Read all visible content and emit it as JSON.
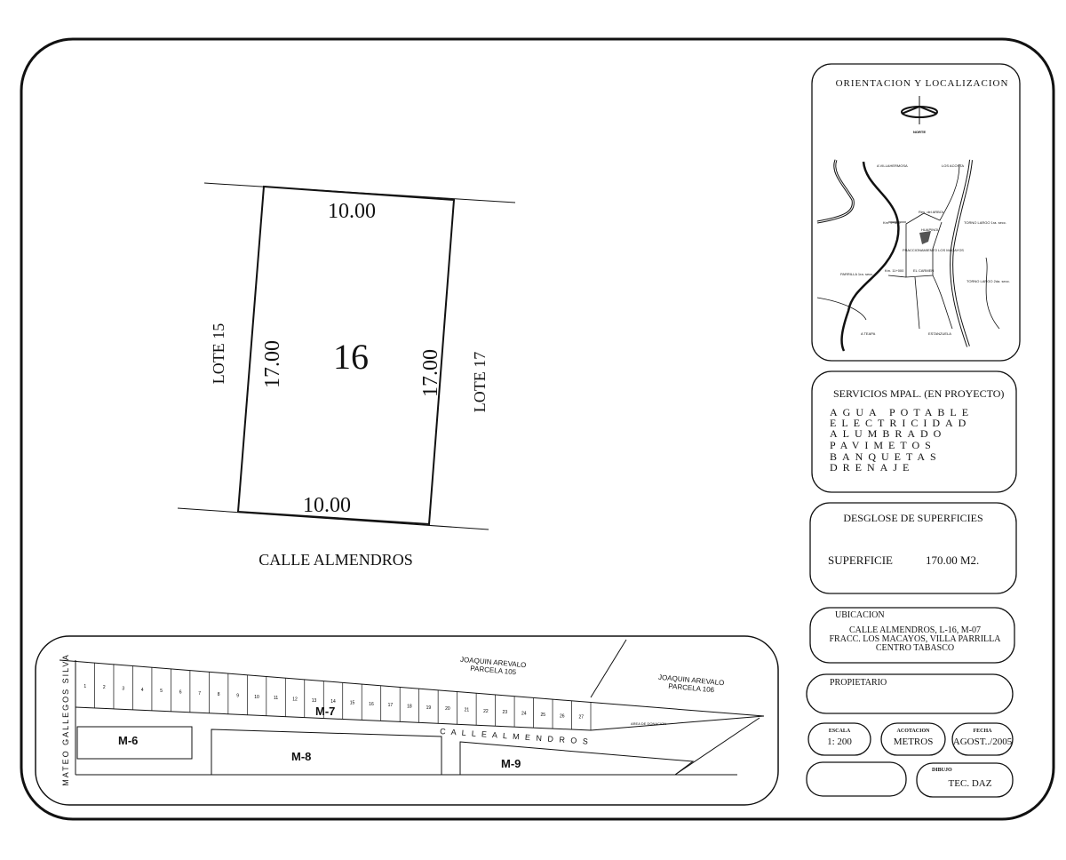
{
  "lot": {
    "number": "16",
    "top": "10.00",
    "bottom": "10.00",
    "left": "17.00",
    "right": "17.00",
    "left_neighbor": "LOTE 15",
    "right_neighbor": "LOTE 17",
    "street": "CALLE ALMENDROS"
  },
  "orientation": {
    "title": "ORIENTACION Y LOCALIZACION",
    "north": "NORTE",
    "places": {
      "villahermosa": "A VILLAHERMOSA",
      "acosta": "LOS ACOSTA",
      "arbol": "Res. del ARBOL",
      "km9": "Km. 9+800",
      "huapinol": "HUAPINOL",
      "fracc": "FRACCIONAMIENTO LOS MACAYOS",
      "torno1": "TORNO LARGO 1ra. secc.",
      "parrilla": "PARRILLA 1ra. secc.",
      "km11": "Km. 11+000",
      "carmen": "EL CARMEN",
      "torno2": "TORNO LARGO 2da. secc.",
      "teapa": "A TEAPA",
      "estanzuela": "ESTANZUELA"
    }
  },
  "services": {
    "title": "SERVICIOS MPAL. (EN PROYECTO)",
    "items": [
      "AGUA POTABLE",
      "ELECTRICIDAD",
      "ALUMBRADO",
      "PAVIMETOS",
      "BANQUETAS",
      "DRENAJE"
    ]
  },
  "surfaces": {
    "title": "DESGLOSE DE SUPERFICIES",
    "label": "SUPERFICIE",
    "value": "170.00 M2."
  },
  "location": {
    "title": "UBICACION",
    "lines": [
      "CALLE ALMENDROS, L-16, M-07",
      "FRACC. LOS MACAYOS, VILLA PARRILLA",
      "CENTRO TABASCO"
    ]
  },
  "owner": {
    "title": "PROPIETARIO"
  },
  "scale": {
    "label": "ESCALA",
    "value": "1: 200"
  },
  "units": {
    "label": "ACOTACION",
    "value": "METROS"
  },
  "date": {
    "label": "FECHA",
    "value": "AGOST../2005"
  },
  "drawn": {
    "label": "DIBUJO",
    "value": "TEC. DAZ"
  },
  "site_plan": {
    "side_street": "MATEO GALLEGOS SILVA",
    "street": "C A L L E   A L M E N D R O S",
    "parcel105": [
      "JOAQUIN AREVALO",
      "PARCELA 105"
    ],
    "parcel106": [
      "JOAQUIN AREVALO",
      "PARCELA 106"
    ],
    "blocks": {
      "m6": "M-6",
      "m7": "M-7",
      "m8": "M-8",
      "m9": "M-9"
    },
    "donation": "AREA DE DONACION",
    "lots": [
      "1",
      "2",
      "3",
      "4",
      "5",
      "6",
      "7",
      "8",
      "9",
      "10",
      "11",
      "12",
      "13",
      "14",
      "15",
      "16",
      "17",
      "18",
      "19",
      "20",
      "21",
      "22",
      "23",
      "24",
      "25",
      "26",
      "27"
    ]
  }
}
